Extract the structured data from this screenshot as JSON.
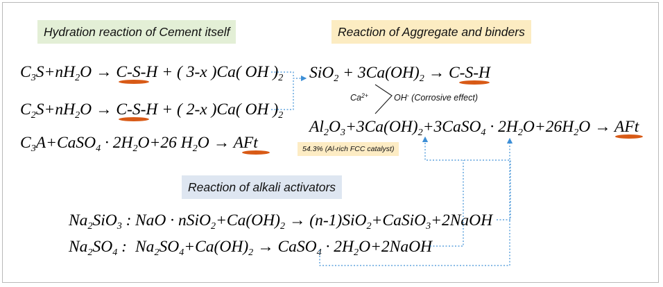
{
  "colors": {
    "green_box": "#e3efd6",
    "yellow_box": "#fcecc2",
    "blue_box": "#dee6f1",
    "badge_box": "#fdecc4",
    "underline": "#d85a16",
    "arrow": "#3d8fd6",
    "frame": "#b9b9b9"
  },
  "headers": {
    "cement": "Hydration reaction of Cement itself",
    "aggregate": "Reaction of Aggregate and binders",
    "alkali": "Reaction of alkali activators"
  },
  "ions": {
    "ca": "Ca",
    "ca_charge": "2+",
    "oh": "OH",
    "oh_charge": "-",
    "oh_note": "(Corrosive effect)"
  },
  "badge": "54.3% (Al-rich FCC catalyst)",
  "underline_marks": [
    "C-S-H",
    "C-S-H",
    "AFt",
    "C-S-H",
    "AFt"
  ],
  "arrows": [
    {
      "from": "C-S-H + Ca(OH)2 (C3S)",
      "to": "SiO2 + 3Ca(OH)2",
      "style": "dotted"
    },
    {
      "from": "C-S-H + Ca(OH)2 (C2S)",
      "to": "SiO2 + 3Ca(OH)2",
      "style": "dotted"
    },
    {
      "from": "Na2SiO3 reaction Ca(OH)2",
      "to": "Al2O3 + 3Ca(OH)2",
      "style": "dotted"
    },
    {
      "from": "Na2SO4 reaction CaSO4",
      "to": "3CaSO4·2H2O",
      "style": "dotted"
    }
  ]
}
